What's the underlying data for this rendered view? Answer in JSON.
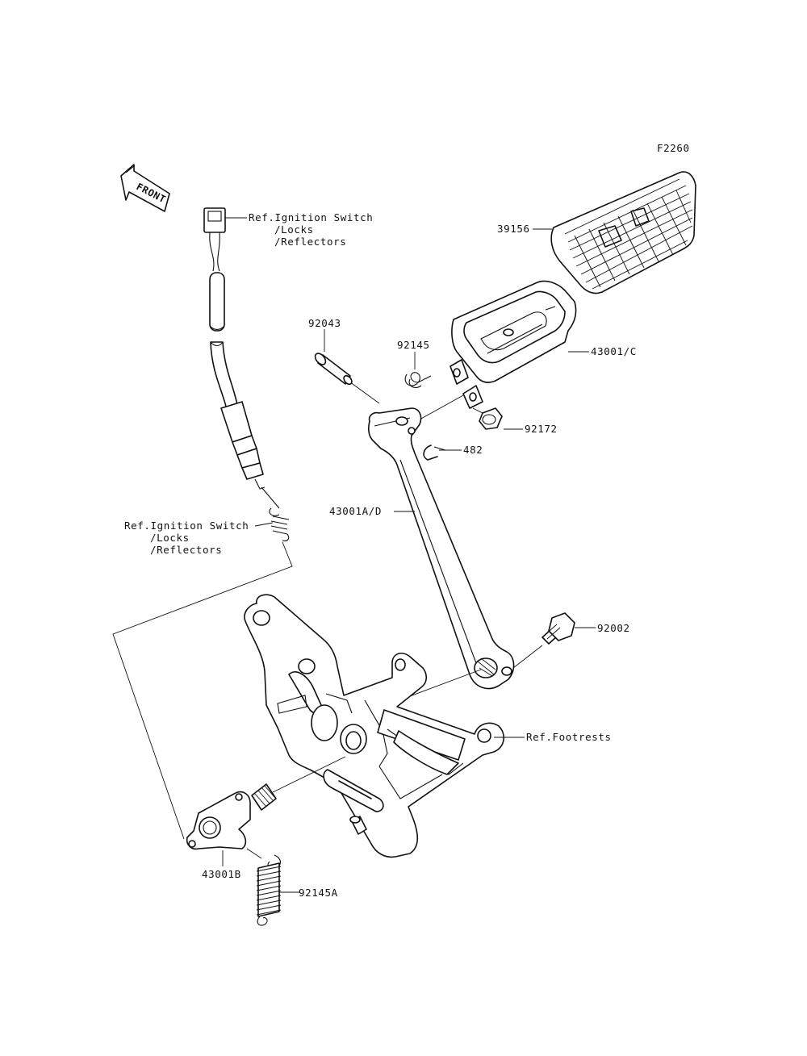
{
  "figure_code": "F2260",
  "front_arrow_label": "FRONT",
  "labels": {
    "p39156": "39156",
    "p43001C": "43001/C",
    "p92043": "92043",
    "p92145": "92145",
    "p92172": "92172",
    "p482": "482",
    "p43001AD": "43001A/D",
    "p92002": "92002",
    "p43001B": "43001B",
    "p92145A": "92145A"
  },
  "references": {
    "ignition_top": [
      "Ref.Ignition Switch",
      "/Locks",
      "/Reflectors"
    ],
    "ignition_mid": [
      "Ref.Ignition Switch",
      "/Locks",
      "/Reflectors"
    ],
    "footrests": "Ref.Footrests"
  }
}
